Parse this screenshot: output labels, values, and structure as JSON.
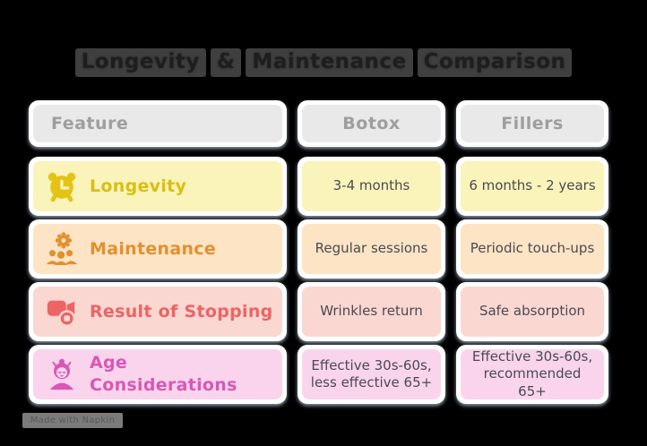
{
  "title": {
    "full": "Longevity & Maintenance Comparison",
    "words": [
      "Longevity",
      "&",
      "Maintenance",
      "Comparison"
    ]
  },
  "watermark": {
    "label": "Made with Napkin"
  },
  "colors": {
    "background": "#000000",
    "card": "#ffffff",
    "header_bg": "#e9e9e9",
    "header_text": "#9e9e9e",
    "cell_text": "#4a4a52",
    "longevity_bg": "#faf3ba",
    "longevity_text": "#d9bf12",
    "maintenance_bg": "#fce4c5",
    "maintenance_text": "#e2902f",
    "result_bg": "#fbd7d2",
    "result_text": "#ed6464",
    "age_bg": "#fad4ec",
    "age_text": "#d957b5",
    "title_chip_bg": "#3f3f3f"
  },
  "table": {
    "headers": {
      "feature": "Feature",
      "botox": "Botox",
      "fillers": "Fillers"
    },
    "rows": [
      {
        "feature": "Longevity",
        "icon": "alarm-clock-icon",
        "tone": "yellow",
        "botox": "3-4 months",
        "fillers": "6 months - 2 years"
      },
      {
        "feature": "Maintenance",
        "icon": "gear-people-icon",
        "tone": "orange",
        "botox": "Regular sessions",
        "fillers": "Periodic touch-ups"
      },
      {
        "feature": "Result of Stopping",
        "icon": "video-stop-icon",
        "tone": "red",
        "botox": "Wrinkles return",
        "fillers": "Safe absorption"
      },
      {
        "feature": "Age Considerations",
        "icon": "person-icon",
        "tone": "pink",
        "botox": "Effective 30s-60s, less effective 65+",
        "fillers": "Effective 30s-60s, recommended 65+"
      }
    ]
  }
}
